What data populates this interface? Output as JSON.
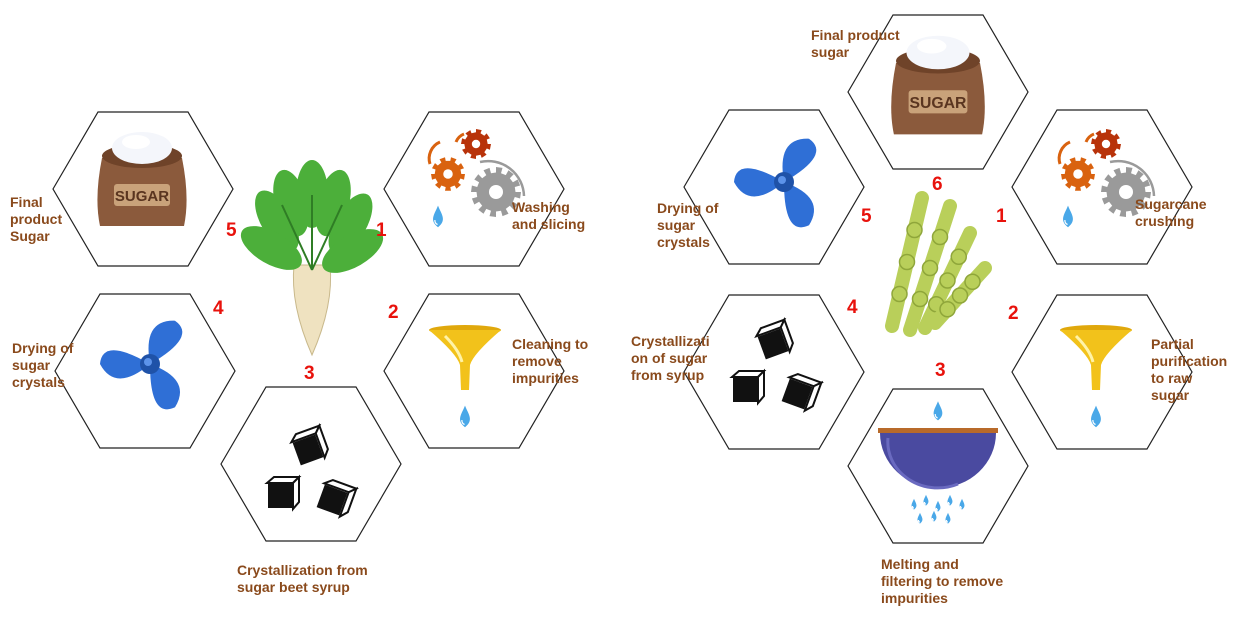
{
  "colors": {
    "label": "#8a4a1c",
    "number": "#e8120c",
    "hex_stroke": "#222222",
    "fan": "#2f6fd6",
    "funnel": "#f2c21b",
    "drop": "#4aa8e8",
    "gear_orange": "#d9620f",
    "gear_red": "#b8330a",
    "gear_gray": "#9a9a9a",
    "sack": "#8b5a3c",
    "leaf": "#4caf3a",
    "cane": "#b9cf5a",
    "bowl": "#4a4aa0"
  },
  "beet_process": {
    "steps": [
      {
        "number": "1",
        "label": "Washing\nand slicing",
        "icon": "gears-icon"
      },
      {
        "number": "2",
        "label": "Cleaning to\nremove\nimpurities",
        "icon": "funnel-icon"
      },
      {
        "number": "3",
        "label": "Crystallization from\nsugar beet syrup",
        "icon": "sugar-cubes-icon"
      },
      {
        "number": "4",
        "label": "Drying of\nsugar\ncrystals",
        "icon": "fan-icon"
      },
      {
        "number": "5",
        "label": "Final\nproduct\nSugar",
        "icon": "sugar-sack-icon"
      }
    ],
    "center_icon": "sugar-beet-icon"
  },
  "cane_process": {
    "steps": [
      {
        "number": "1",
        "label": "Sugarcane\ncrushing",
        "icon": "gears-icon"
      },
      {
        "number": "2",
        "label": "Partial\npurification\nto raw\nsugar",
        "icon": "funnel-icon"
      },
      {
        "number": "3",
        "label": "Melting and\nfiltering to remove\nimpurities",
        "icon": "filter-bowl-icon"
      },
      {
        "number": "4",
        "label": "Crystallizati\non of sugar\nfrom syrup",
        "icon": "sugar-cubes-icon"
      },
      {
        "number": "5",
        "label": "Drying of\nsugar\ncrystals",
        "icon": "fan-icon"
      },
      {
        "number": "6",
        "label": "Final product\nsugar",
        "icon": "sugar-sack-icon"
      }
    ],
    "center_icon": "sugarcane-icon"
  },
  "sack_text": "SUGAR"
}
